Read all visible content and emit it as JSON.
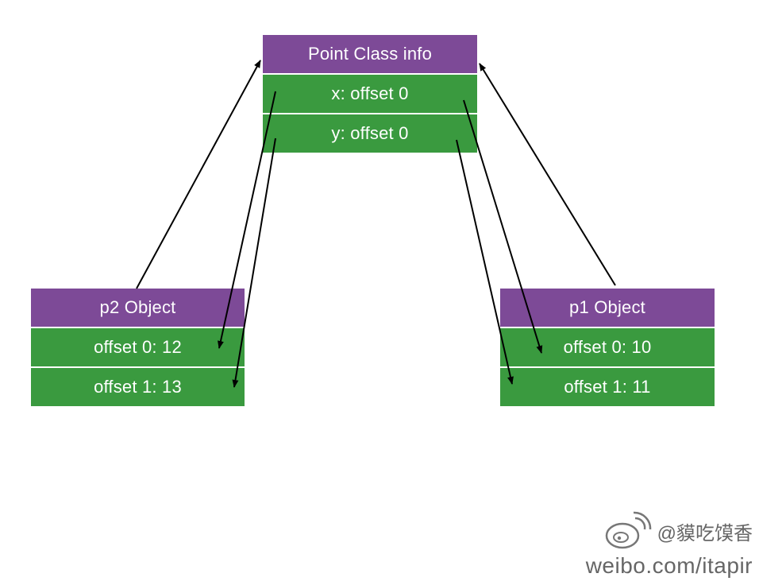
{
  "class_box": {
    "title": "Point Class info",
    "fields": [
      "x: offset 0",
      "y: offset 0"
    ]
  },
  "p2_object": {
    "title": "p2 Object",
    "fields": [
      "offset 0: 12",
      "offset 1: 13"
    ]
  },
  "p1_object": {
    "title": "p1 Object",
    "fields": [
      "offset 0: 10",
      "offset 1: 11"
    ]
  },
  "watermark": {
    "handle": "@貘吃馍香",
    "url": "weibo.com/itapir",
    "icon": "weibo-logo-icon"
  },
  "colors": {
    "header": "#7d4a97",
    "field": "#3a9a3f",
    "arrow": "#000000"
  }
}
